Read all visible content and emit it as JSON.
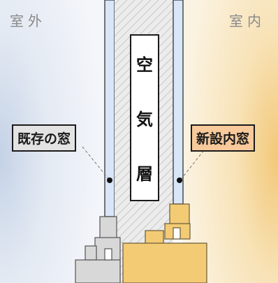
{
  "labels": {
    "outdoor": "室外",
    "indoor": "室内",
    "existing_window": "既存の窓",
    "new_inner_window": "新設内窓",
    "air_layer_chars": [
      "空",
      "気",
      "層"
    ]
  },
  "colors": {
    "outdoor_tint": "#c9d6e8",
    "indoor_tint": "#f3c97a",
    "glass": "#d8e6f8",
    "existing_frame": "#d6d6d6",
    "new_frame": "#f0c870",
    "existing_callout_bg": "#e3e3e3",
    "new_callout_bg": "#f8c99a"
  }
}
